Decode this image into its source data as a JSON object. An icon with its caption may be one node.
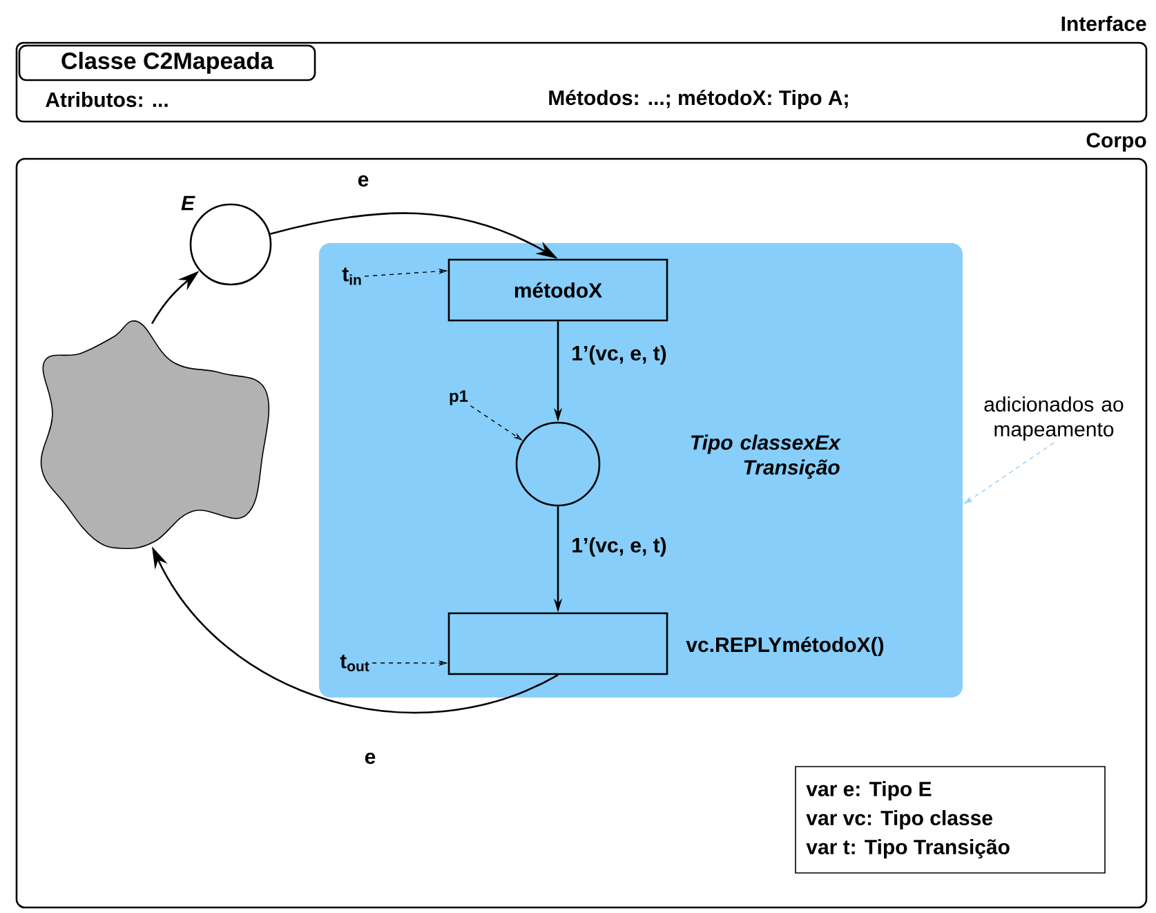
{
  "diagram": {
    "nodes": [
      {
        "text": [
          "Interface",
          "Atributos: ...",
          "Métodos: ...;  métodoX: Tipo A;"
        ]
      },
      {
        "text": [
          "Classe C2Mapeada"
        ],
        "in": 0
      },
      {
        "text": [
          "Corpo"
        ]
      },
      {
        "text": [],
        "shape": "circle",
        "beside": [
          "E"
        ],
        "in": 2
      },
      {
        "text": [],
        "shape": "box",
        "in": 2
      },
      {
        "text": [
          "t$_{in}$"
        ],
        "in": 4
      },
      {
        "text": [
          "métodoX"
        ],
        "in": 4
      },
      {
        "text": [
          "p1"
        ],
        "in": 4
      },
      {
        "text": [],
        "shape": "circle",
        "in": 4
      },
      {
        "text": [
          "adicionados ao mapeamento"
        ],
        "in": 2
      },
      {
        "text": [],
        "shape": "cloud",
        "in": 2
      },
      {
        "text": [
          "t$_{out}$"
        ],
        "in": 4
      },
      {
        "text": [],
        "shape": "box",
        "beside": [
          "vc.REPLYmétodoX()"
        ],
        "in": 4
      },
      {
        "text": [
          "var e: Tipo E",
          "var vc: Tipo classe",
          "var t: Tipo Transição"
        ],
        "in": 2
      }
    ],
    "edges": [
      {
        "from": 3,
        "to": 6,
        "arrow": "to",
        "label": "e"
      },
      {
        "from": 10,
        "to": 3,
        "arrow": "to"
      },
      {
        "from": 6,
        "to": 8,
        "arrow": "to",
        "label": "1’(vc, e, t)"
      },
      {
        "from": 8,
        "to": 12,
        "arrow": "to",
        "label": "1’(vc, e, t)"
      },
      {
        "from": 12,
        "to": 10,
        "arrow": "to",
        "label": "e"
      },
      {
        "from": 5,
        "to": 6,
        "arrow": "to",
        "style": "dashed"
      },
      {
        "from": 7,
        "to": 8,
        "arrow": "to",
        "style": "dashed"
      },
      {
        "from": 11,
        "to": 12,
        "arrow": "to",
        "style": "dashed"
      },
      {
        "from": 9,
        "to": 4,
        "arrow": "to",
        "style": "dashed",
        "color": "#87cefa"
      }
    ],
    "labels": [
      "Tipo classexEx Transição"
    ]
  }
}
